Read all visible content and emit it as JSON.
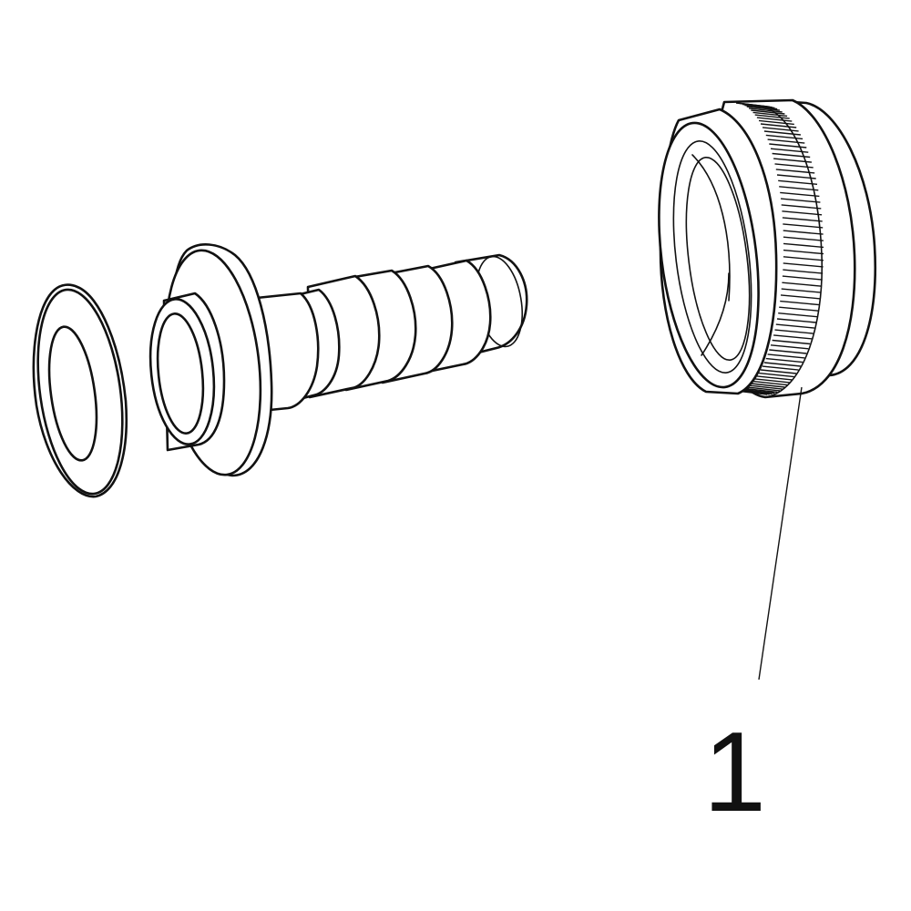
{
  "diagram": {
    "parts": [
      {
        "name": "flat-washer"
      },
      {
        "name": "barbed-hose-tail"
      },
      {
        "name": "knurled-union-nut",
        "callout": "1"
      }
    ]
  }
}
